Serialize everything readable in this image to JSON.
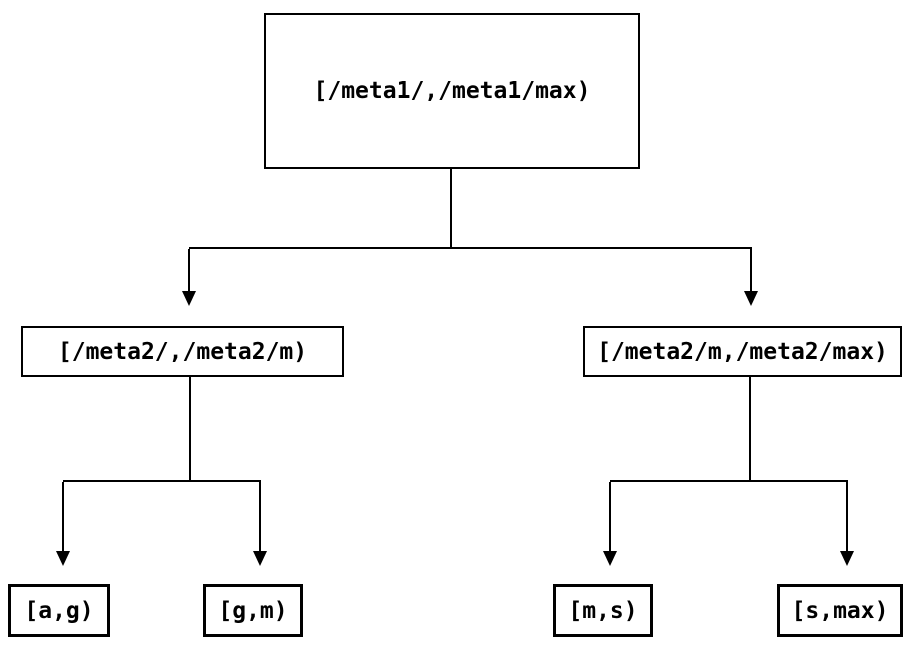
{
  "diagram": {
    "type": "tree",
    "colors": {
      "line": "#000000",
      "box_border": "#000000",
      "text": "#000000",
      "background": "#ffffff"
    },
    "nodes": {
      "root": {
        "label": "[/meta1/,/meta1/max)"
      },
      "meta2_lower": {
        "label": "[/meta2/,/meta2/m)"
      },
      "meta2_upper": {
        "label": "[/meta2/m,/meta2/max)"
      },
      "leaf_a_g": {
        "label": "[a,g)"
      },
      "leaf_g_m": {
        "label": "[g,m)"
      },
      "leaf_m_s": {
        "label": "[m,s)"
      },
      "leaf_s_max": {
        "label": "[s,max)"
      }
    },
    "edges": [
      {
        "from": "root",
        "to": "meta2_lower"
      },
      {
        "from": "root",
        "to": "meta2_upper"
      },
      {
        "from": "meta2_lower",
        "to": "leaf_a_g"
      },
      {
        "from": "meta2_lower",
        "to": "leaf_g_m"
      },
      {
        "from": "meta2_upper",
        "to": "leaf_m_s"
      },
      {
        "from": "meta2_upper",
        "to": "leaf_s_max"
      }
    ]
  }
}
